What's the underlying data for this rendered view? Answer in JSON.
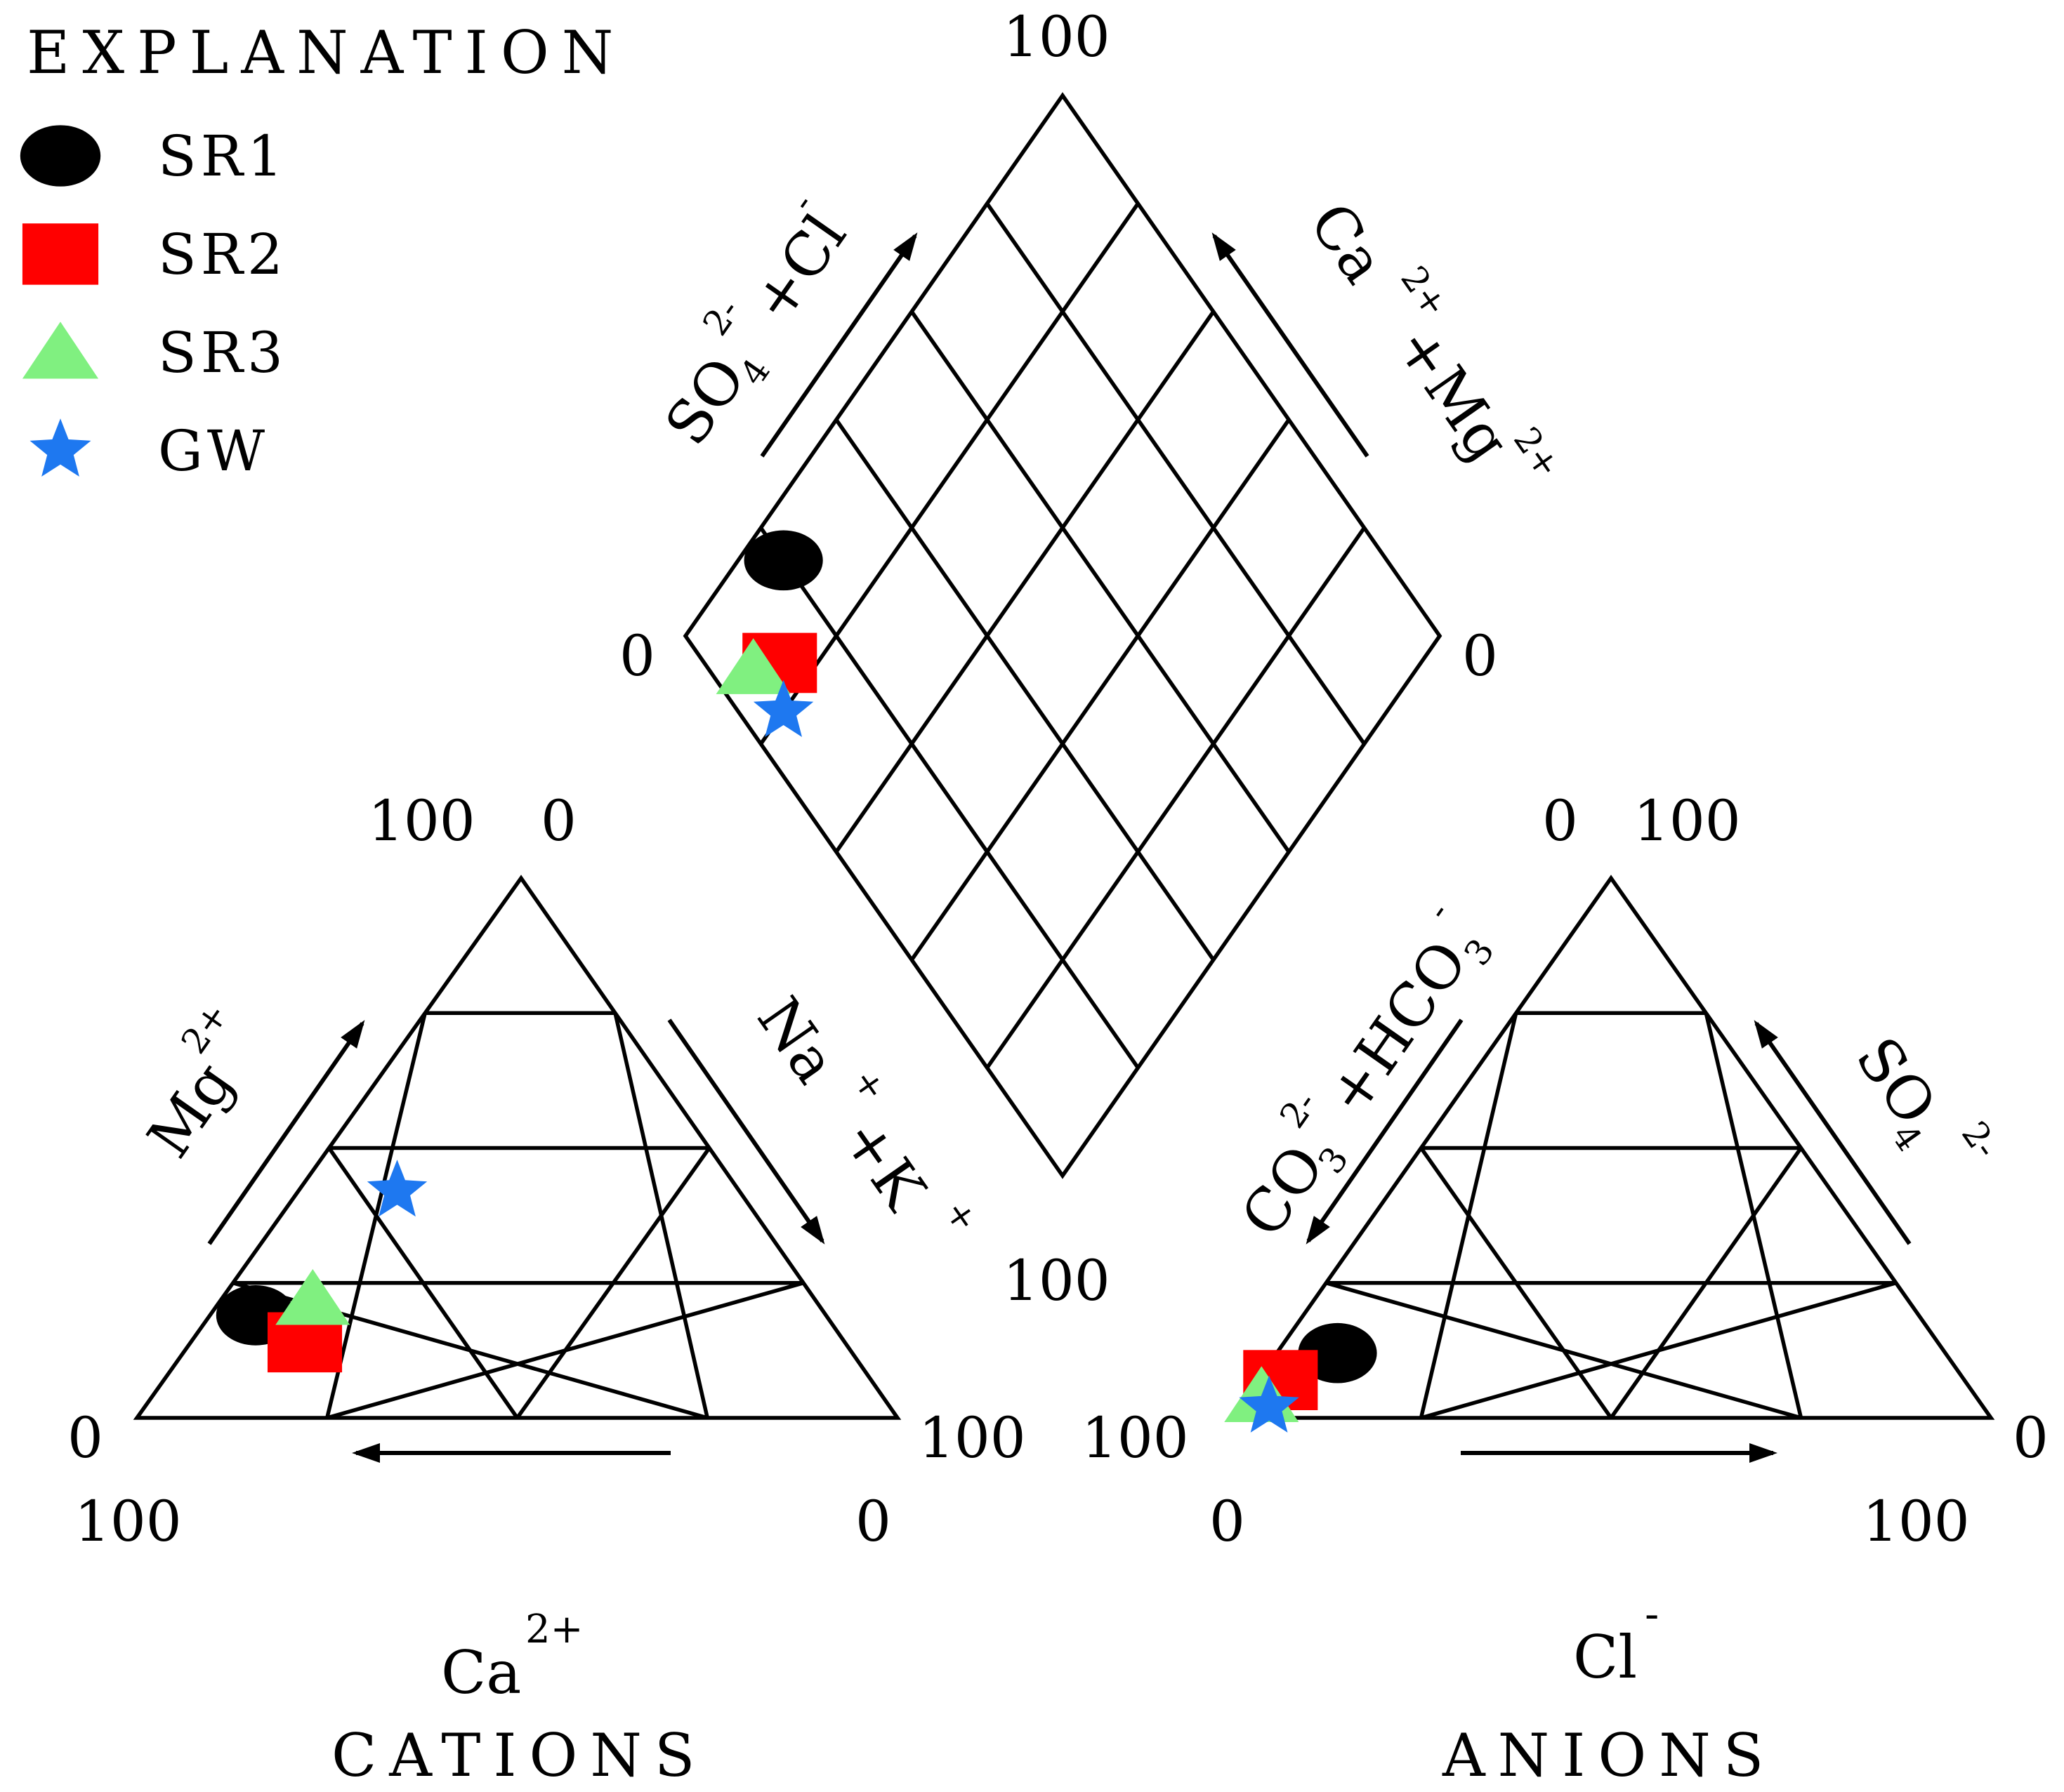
{
  "legend": {
    "title": "EXPLANATION",
    "entries": [
      {
        "label": "SR1",
        "marker": "ellipse",
        "color": "#000000"
      },
      {
        "label": "SR2",
        "marker": "square",
        "color": "#ff0000"
      },
      {
        "label": "SR3",
        "marker": "triangle",
        "color": "#80f080"
      },
      {
        "label": "GW",
        "marker": "star",
        "color": "#1e78f0"
      }
    ]
  },
  "cations": {
    "title": "CATIONS",
    "bottom_label": "Ca",
    "bottom_label_sup": "2+",
    "left_label": "Mg",
    "left_label_sup": "2+",
    "right_label": "Na",
    "right_label_sup": "+",
    "right_label_2": "+K",
    "right_label_2_sup": "+",
    "ticks": {
      "top_left": "100",
      "top_right": "0",
      "left_corner": "0",
      "left_corner_below": "100",
      "right_corner": "100",
      "right_corner_below": "0"
    }
  },
  "anions": {
    "title": "ANIONS",
    "bottom_label": "Cl",
    "bottom_label_sup": "-",
    "left_label": "CO",
    "left_label_sub": "3",
    "left_label_sup": "2-",
    "left_label_2": "+HCO",
    "left_label_2_sub": "3",
    "left_label_2_sup": "-",
    "right_label": "SO",
    "right_label_sub": "4",
    "right_label_sup": "2-",
    "ticks": {
      "top_left": "0",
      "top_right": "100",
      "left_corner": "100",
      "left_corner_below": "0",
      "right_corner": "0",
      "right_corner_below": "100"
    }
  },
  "diamond": {
    "left_label": "SO",
    "left_label_sub": "4",
    "left_label_sup": "2-",
    "left_label_2": "+Cl",
    "left_label_2_sup": "-",
    "right_label": "Ca",
    "right_label_sup": "2+",
    "right_label_2": "+Mg",
    "right_label_2_sup": "2+",
    "ticks": {
      "top": "100",
      "left": "0",
      "right": "0",
      "bottom": "100"
    }
  },
  "chart_data": {
    "type": "scatter",
    "subtype": "piper",
    "grid": true,
    "legend_position": "top-left",
    "series": [
      {
        "name": "SR1",
        "cations": {
          "Ca": 75,
          "Mg": 19,
          "NaK": 6
        },
        "anions": {
          "Cl": 8,
          "SO4": 12,
          "CO3HCO3": 80
        },
        "diamond": {
          "SO4_Cl": 20,
          "Ca_Mg": 94
        }
      },
      {
        "name": "SR2",
        "cations": {
          "Ca": 71,
          "Mg": 14,
          "NaK": 15
        },
        "anions": {
          "Cl": 3,
          "SO4": 7,
          "CO3HCO3": 90
        },
        "diamond": {
          "SO4_Cl": 10,
          "Ca_Mg": 85
        }
      },
      {
        "name": "SR3",
        "cations": {
          "Ca": 66,
          "Mg": 22,
          "NaK": 12
        },
        "anions": {
          "Cl": 2,
          "SO4": 4,
          "CO3HCO3": 94
        },
        "diamond": {
          "SO4_Cl": 6,
          "Ca_Mg": 88
        }
      },
      {
        "name": "GW",
        "cations": {
          "Ca": 45,
          "Mg": 42,
          "NaK": 13
        },
        "anions": {
          "Cl": 4,
          "SO4": 2,
          "CO3HCO3": 94
        },
        "diamond": {
          "SO4_Cl": 6,
          "Ca_Mg": 80
        }
      }
    ]
  }
}
